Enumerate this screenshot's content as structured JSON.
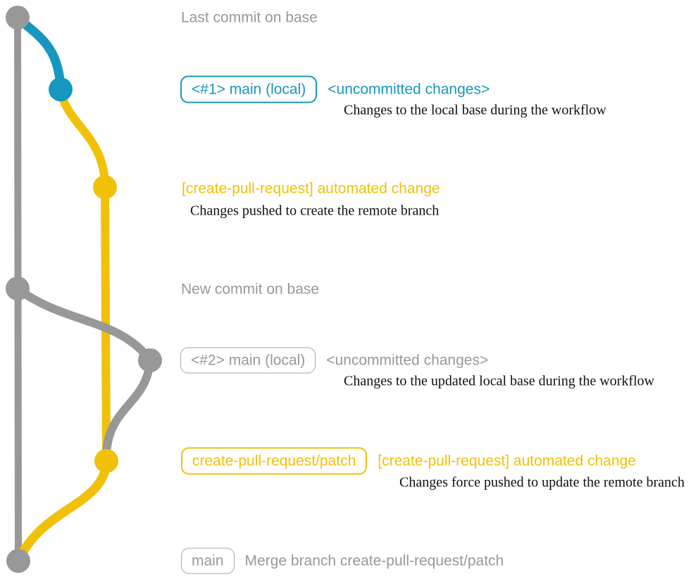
{
  "colors": {
    "base_gray": "#989898",
    "local_blue": "#1797be",
    "branch_yellow": "#f1c109",
    "note_black": "#111111",
    "background": "#ffffff"
  },
  "rows": [
    {
      "message": "Last commit on base"
    },
    {
      "branch_label": "<#1> main (local)",
      "message": "<uncommitted changes>",
      "note": "Changes to the local base during the workflow"
    },
    {
      "message": "[create-pull-request] automated change",
      "note": "Changes pushed to create the remote branch"
    },
    {
      "message": "New commit on base"
    },
    {
      "branch_label": "<#2> main (local)",
      "message": "<uncommitted changes>",
      "note": "Changes to the updated local base during the workflow"
    },
    {
      "branch_label": "create-pull-request/patch",
      "message": "[create-pull-request] automated change",
      "note": "Changes force pushed to update the remote branch"
    },
    {
      "branch_label": "main",
      "message": "Merge branch create-pull-request/patch"
    }
  ]
}
